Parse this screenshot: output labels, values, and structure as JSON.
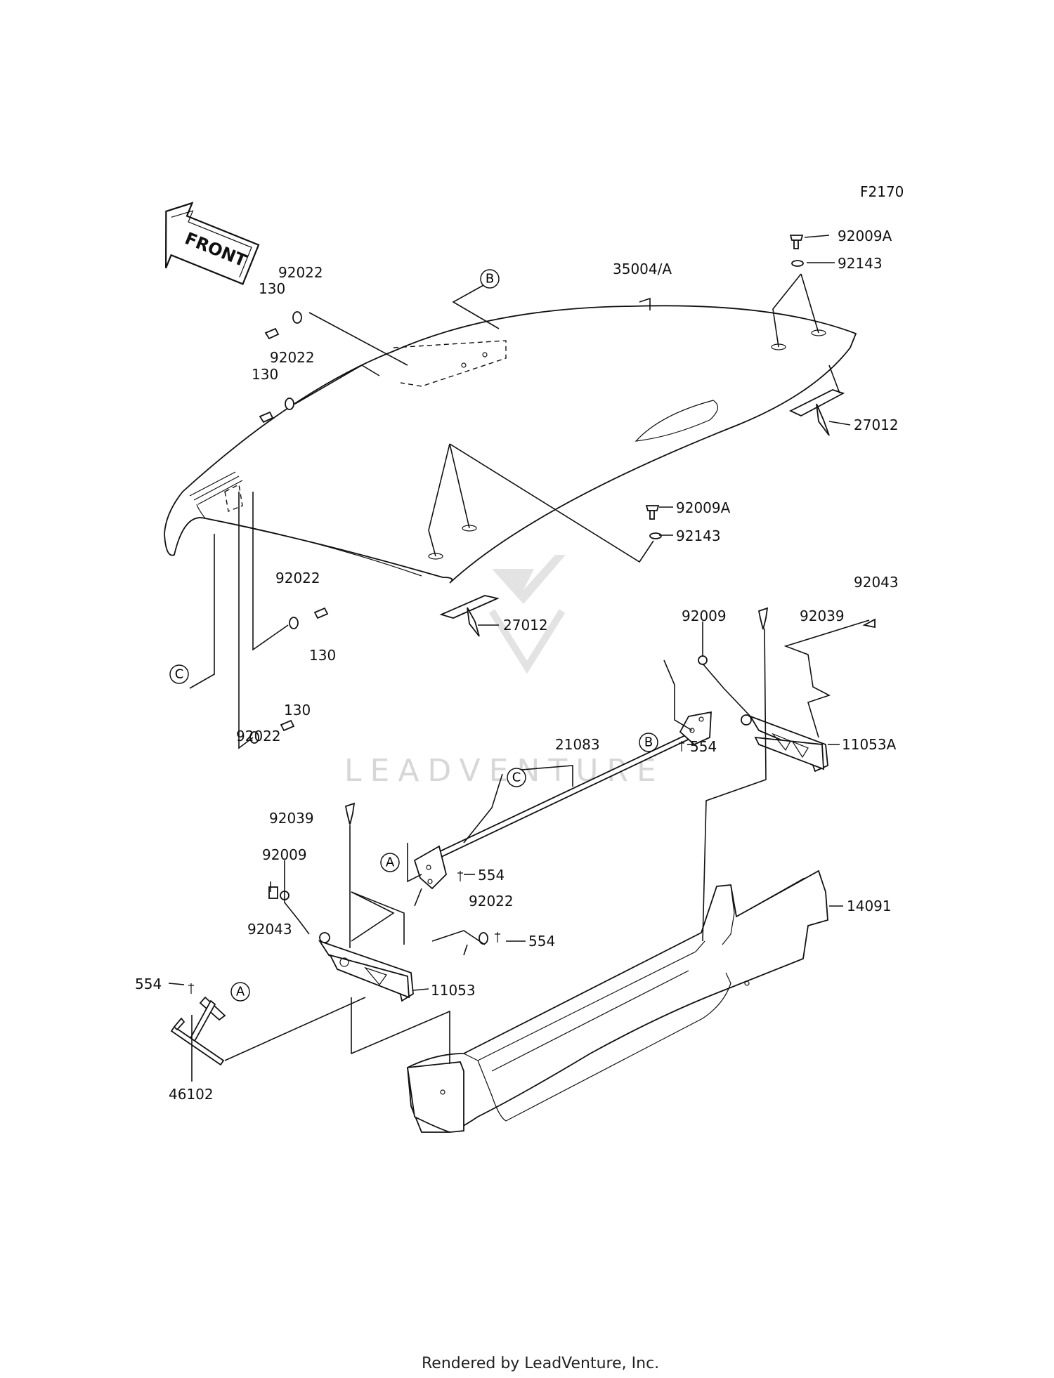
{
  "diagram_code": "F2170",
  "front_label": "FRONT",
  "watermark": "LEADVENTURE",
  "footer": "Rendered by LeadVenture, Inc.",
  "callouts": {
    "a": "A",
    "b": "B",
    "c": "C"
  },
  "parts": {
    "p35004a": "35004/A",
    "p92009a_top": "92009A",
    "p92143_top": "92143",
    "p27012_right": "27012",
    "p92009a_mid": "92009A",
    "p92143_mid": "92143",
    "p27012_mid": "27012",
    "p92022_1": "92022",
    "p130_1": "130",
    "p92022_2": "92022",
    "p130_2": "130",
    "p92022_3": "92022",
    "p130_3": "130",
    "p130_4": "130",
    "p92022_4": "92022",
    "p92043_right": "92043",
    "p92009_right": "92009",
    "p92039_right": "92039",
    "p11053a": "11053A",
    "p554_1": "554",
    "p21083": "21083",
    "p92039_left": "92039",
    "p92009_left": "92009",
    "p554_2": "554",
    "p92022_5": "92022",
    "p554_3": "554",
    "p92043_left": "92043",
    "p11053": "11053",
    "p554_4": "554",
    "p46102": "46102",
    "p14091": "14091"
  }
}
